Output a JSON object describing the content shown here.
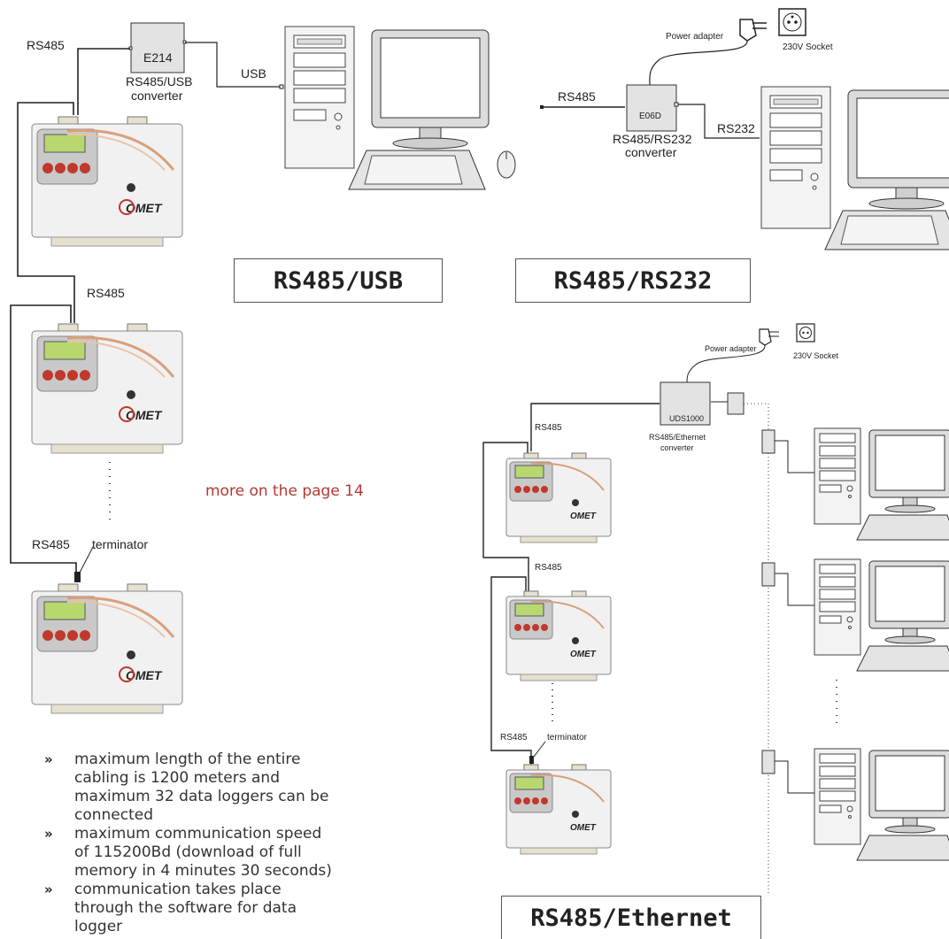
{
  "labels": {
    "rs485": "RS485",
    "terminator": "terminator",
    "usb": "USB",
    "rs232": "RS232",
    "power_adapter": "Power adapter",
    "socket": "230V  Socket"
  },
  "devices": {
    "e214": "E214",
    "e214_caption_1": "RS485/USB",
    "e214_caption_2": "converter",
    "e06d": "E06D",
    "e06d_caption_1": "RS485/RS232",
    "e06d_caption_2": "converter",
    "uds1000": "UDS1000",
    "uds_caption_1": "RS485/Ethernet",
    "uds_caption_2": "converter"
  },
  "sections": {
    "usb_title": "RS485/USB",
    "rs232_title": "RS485/RS232",
    "ethernet_title": "RS485/Ethernet"
  },
  "more_link": "more on the page 14",
  "notes": [
    "maximum length of the entire cabling is 1200 meters and maximum 32 data loggers can be connected",
    "maximum communication speed of 115200Bd (download of full memory in 4 minutes 30 seconds)",
    "communication takes place through the software for data logger"
  ],
  "bullet_glyph": "»"
}
